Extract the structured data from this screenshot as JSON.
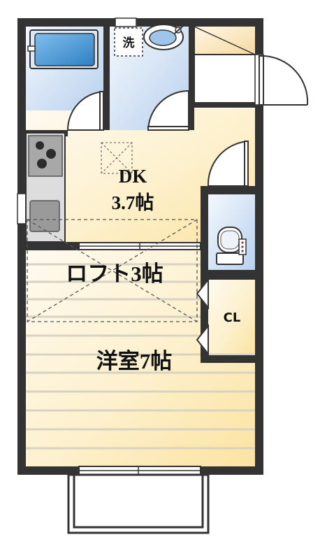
{
  "rooms": {
    "dk": {
      "name": "DK",
      "size": "3.7帖"
    },
    "loft": {
      "label": "ロフト3帖"
    },
    "western": {
      "label": "洋室7帖"
    },
    "closet": {
      "label": "CL"
    },
    "laundry": {
      "label": "洗"
    }
  },
  "colors": {
    "wall": "#333333",
    "floor_light": "#fdf3d6",
    "floor_warm": "#fbe6a8",
    "bath_light": "#e8f1fb",
    "bath_mid": "#bcd3ef",
    "tub_blue": "#4f9edb",
    "stove": "#9a9a9a"
  }
}
